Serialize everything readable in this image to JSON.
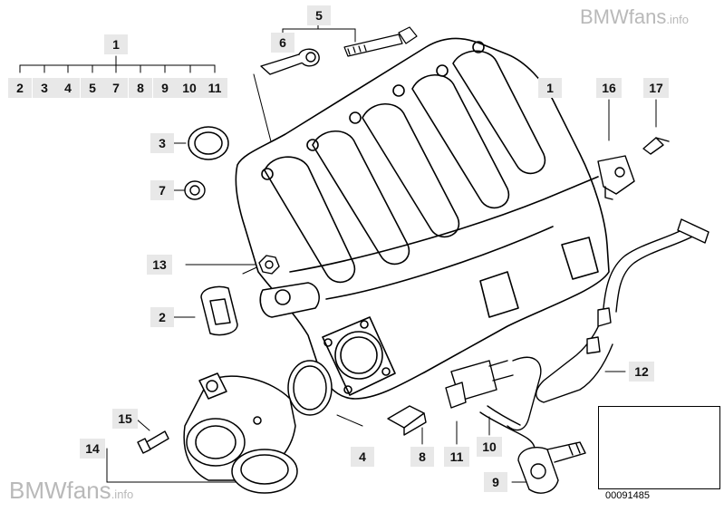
{
  "watermark_top": {
    "main": "BMWfans",
    "suffix": ".info"
  },
  "watermark_bottom": {
    "main": "BMWfans",
    "suffix": ".info"
  },
  "part_number": "00091485",
  "callouts": {
    "c1_group": "1",
    "c5_group": "5",
    "c6": "6",
    "g2": "2",
    "g3": "3",
    "g4": "4",
    "g5": "5",
    "g7": "7",
    "g8": "8",
    "g9": "9",
    "g10": "10",
    "g11": "11",
    "c1": "1",
    "c16": "16",
    "c17": "17",
    "c3": "3",
    "c7": "7",
    "c13": "13",
    "c2": "2",
    "c12": "12",
    "c15": "15",
    "c14": "14",
    "c4": "4",
    "c8": "8",
    "c11": "11",
    "c10": "10",
    "c9": "9"
  },
  "colors": {
    "callout_bg": "#e8e8e8",
    "watermark": "#b9b9b9",
    "line": "#000000"
  }
}
